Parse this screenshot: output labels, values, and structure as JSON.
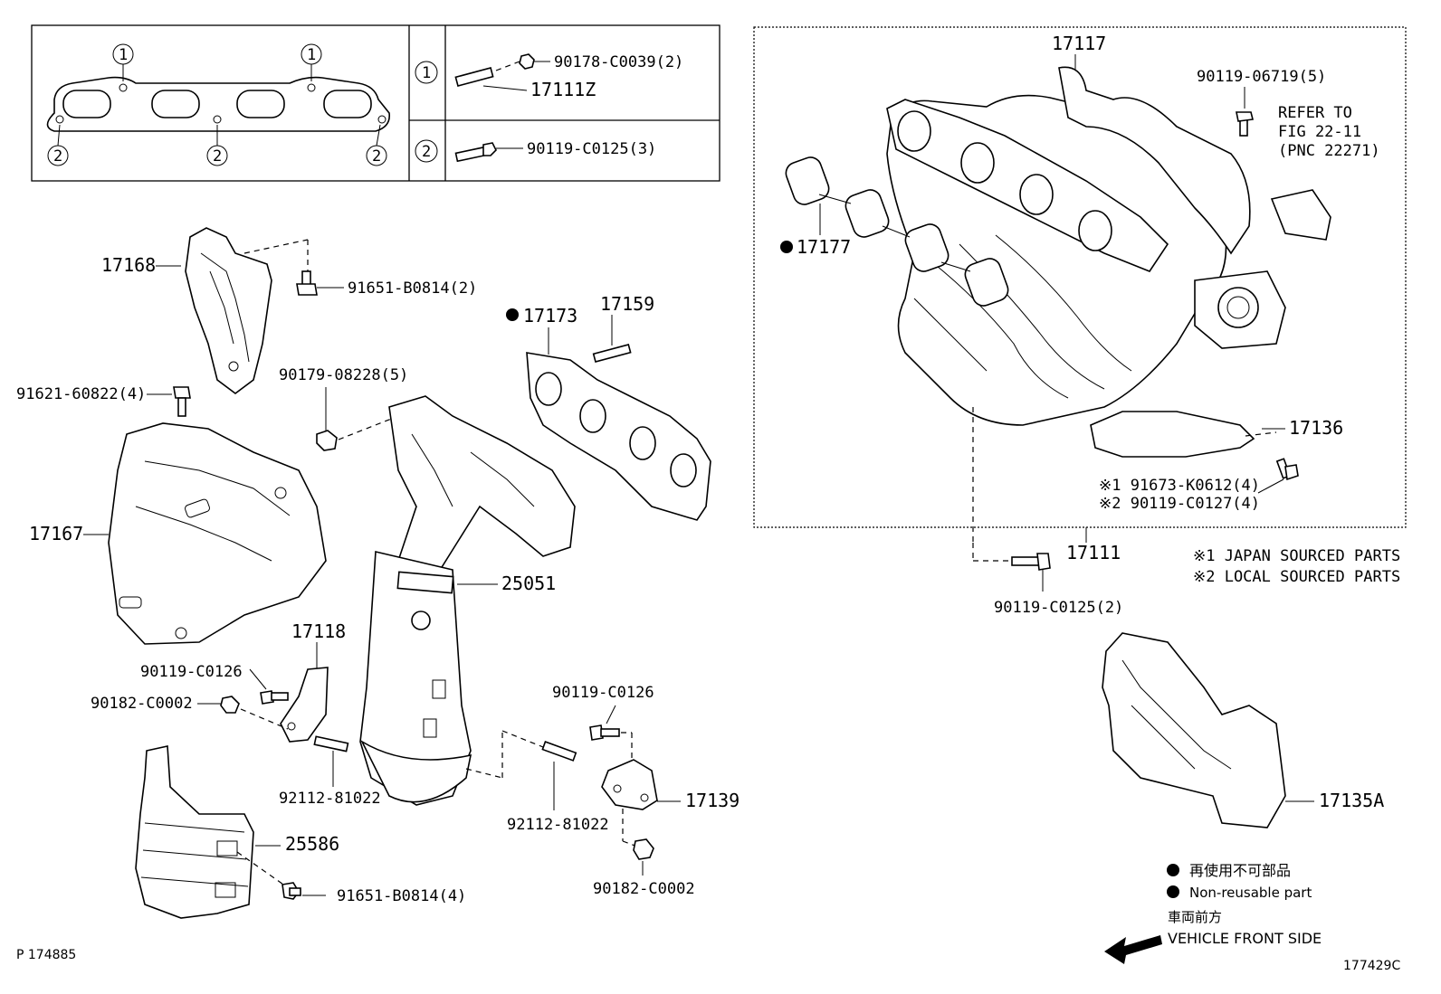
{
  "legend_table": {
    "row1": {
      "marker": "1",
      "bolt": "17111Z",
      "nut": "90178-C0039(2)"
    },
    "row2": {
      "marker": "2",
      "bolt": "90119-C0125(3)"
    },
    "gasket_markers": [
      "1",
      "1",
      "2",
      "2",
      "2"
    ]
  },
  "labels": {
    "p17117": "17117",
    "p90119_06719": "90119-06719(5)",
    "refer1": "REFER TO",
    "refer2": "FIG 22-11",
    "refer3": "(PNC 22271)",
    "p17177": "17177",
    "p17136": "17136",
    "p91673": "※1 91673-K0612(4)",
    "p90119_c0127": "※2 90119-C0127(4)",
    "p17111": "17111",
    "japan": "※1 JAPAN SOURCED PARTS",
    "local": "※2 LOCAL SOURCED PARTS",
    "p90119_c0125_2": "90119-C0125(2)",
    "p17135a": "17135A",
    "p17168": "17168",
    "p91651_b0814_2": "91651-B0814(2)",
    "p17173": "17173",
    "p17159": "17159",
    "p91621": "91621-60822(4)",
    "p90179": "90179-08228(5)",
    "p17167": "17167",
    "p25051": "25051",
    "p17118": "17118",
    "p90119_c0126_a": "90119-C0126",
    "p90182_a": "90182-C0002",
    "p90119_c0126_b": "90119-C0126",
    "p92112_a": "92112-81022",
    "p92112_b": "92112-81022",
    "p17139": "17139",
    "p25586": "25586",
    "p91651_b0814_4": "91651-B0814(4)",
    "p90182_b": "90182-C0002"
  },
  "legend_notes": {
    "nonreusable_jp": "再使用不可部品",
    "nonreusable_en": "Non-reusable part",
    "front_jp": "車両前方",
    "front_en": "VEHICLE FRONT SIDE"
  },
  "footer": {
    "left_code": "P 174885",
    "right_code": "177429C"
  }
}
